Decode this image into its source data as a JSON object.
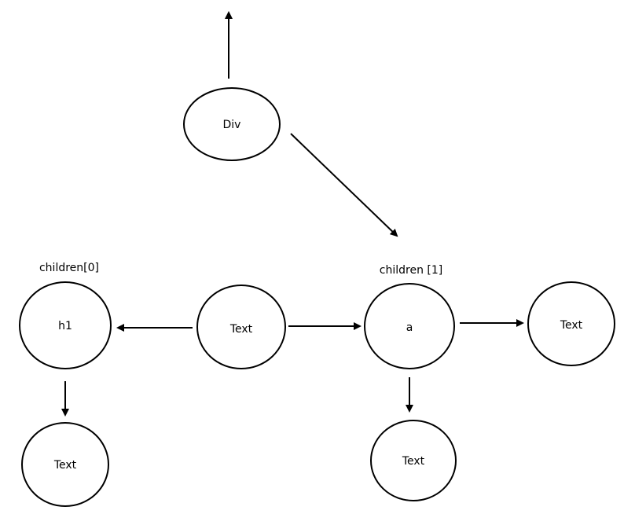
{
  "nodes": {
    "div": {
      "label": "Div"
    },
    "h1": {
      "label": "h1"
    },
    "text_center": {
      "label": "Text"
    },
    "a": {
      "label": "a"
    },
    "text_right": {
      "label": "Text"
    },
    "text_h1_child": {
      "label": "Text"
    },
    "text_a_child": {
      "label": "Text"
    }
  },
  "captions": {
    "children_0": "children[0]",
    "children_1": "children [1]"
  }
}
